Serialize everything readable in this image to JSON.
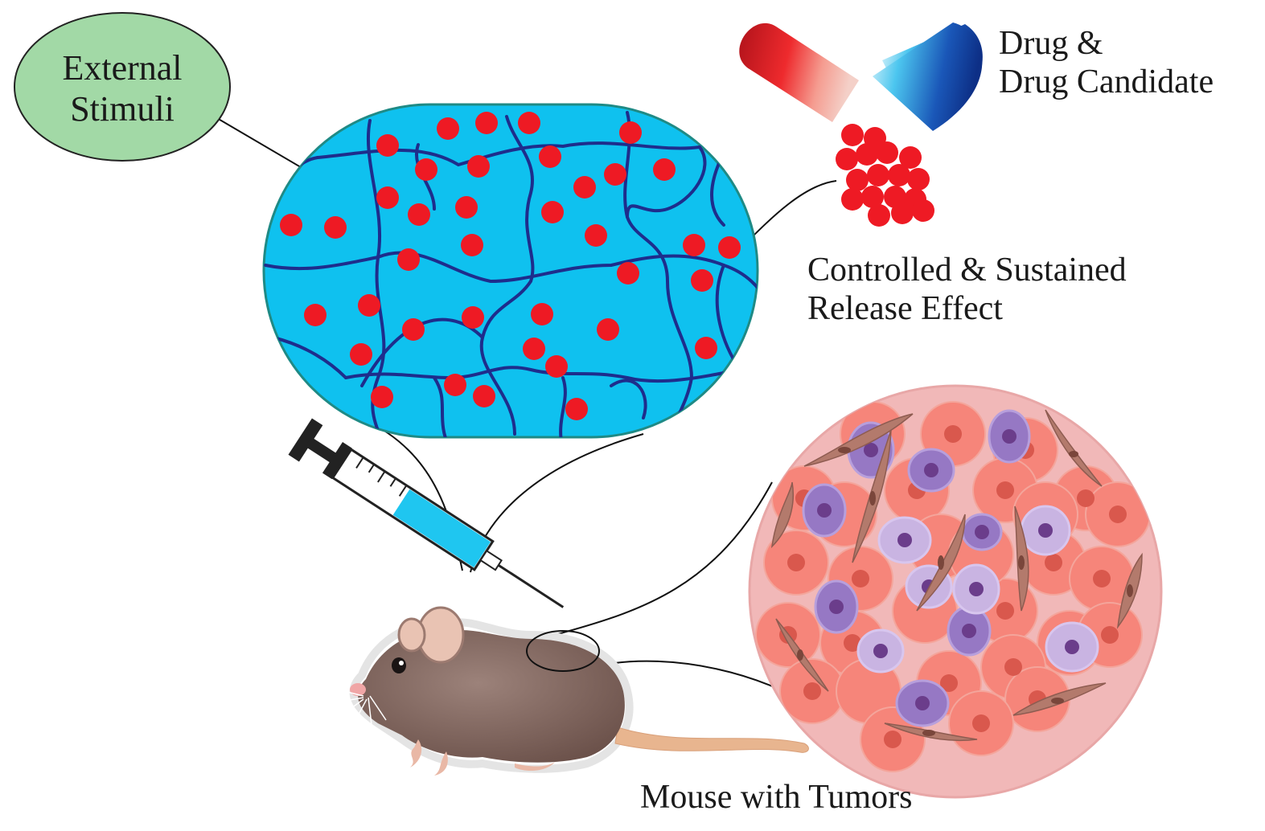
{
  "labels": {
    "stimuli_line1": "External",
    "stimuli_line2": "Stimuli",
    "drug_line1": "Drug &",
    "drug_line2": "Drug Candidate",
    "release_line1": "Controlled & Sustained",
    "release_line2": "Release Effect",
    "mouse": "Mouse with Tumors"
  },
  "colors": {
    "hydrogel_fill": "#0fc1ef",
    "hydrogel_border": "#1f8a85",
    "polymer_chain": "#1e2d8c",
    "drug_particle": "#ee1a24",
    "stimuli_fill": "#a2d9a6",
    "capsule_red": "#d91c22",
    "capsule_blue": "#1a6fcb",
    "tumor_bg": "#f1b8b8",
    "tumor_cell": "#f6857a",
    "tumor_cell_purple": "#9678c4",
    "tumor_fibroblast": "#b37a6c",
    "mouse_fur": "#8c6f66",
    "syringe_liquid": "#1fc6f0"
  },
  "icons": [
    "capsule-icon",
    "syringe-icon",
    "mouse-icon",
    "tumor-tissue-icon",
    "hydrogel-network-icon"
  ]
}
